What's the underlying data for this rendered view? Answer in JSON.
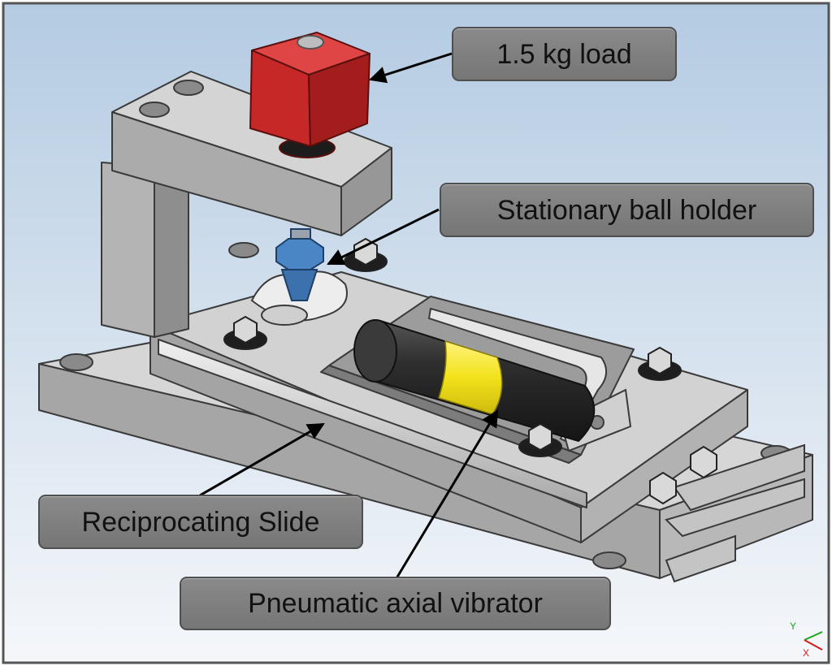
{
  "figure": {
    "labels": {
      "load": "1.5 kg load",
      "ball_holder": "Stationary ball holder",
      "slide": "Reciprocating Slide",
      "vibrator": "Pneumatic axial vibrator"
    },
    "axis_triad": {
      "y_letter": "Y",
      "x_letter": "X"
    },
    "colors": {
      "background_top": "#b7cde3",
      "background_bottom": "#f4f6f9",
      "metal": "#c9c9c9",
      "metal_dark": "#9e9e9e",
      "load_red": "#c62828",
      "holder_blue": "#4a86c5",
      "vibrator_black": "#2b2b2b",
      "band_yellow": "#f2e21a",
      "callout_fill": "#808080"
    }
  }
}
